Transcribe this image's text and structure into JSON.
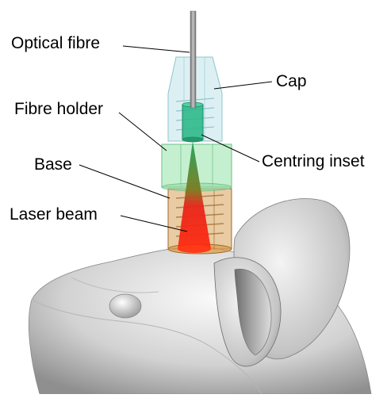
{
  "diagram": {
    "labels": {
      "optical_fibre": "Optical fibre",
      "cap": "Cap",
      "fibre_holder": "Fibre holder",
      "centring_inset": "Centring inset",
      "base": "Base",
      "laser_beam": "Laser beam"
    },
    "colors": {
      "fibre": "#8a8a8a",
      "cap": "#bfe4ea",
      "fibre_holder": "#9fe6b0",
      "centring_inset": "#2fb88a",
      "base": "#d7a05a",
      "laser_beam": "#e8251a",
      "mouse": "#d4d4d4"
    }
  }
}
